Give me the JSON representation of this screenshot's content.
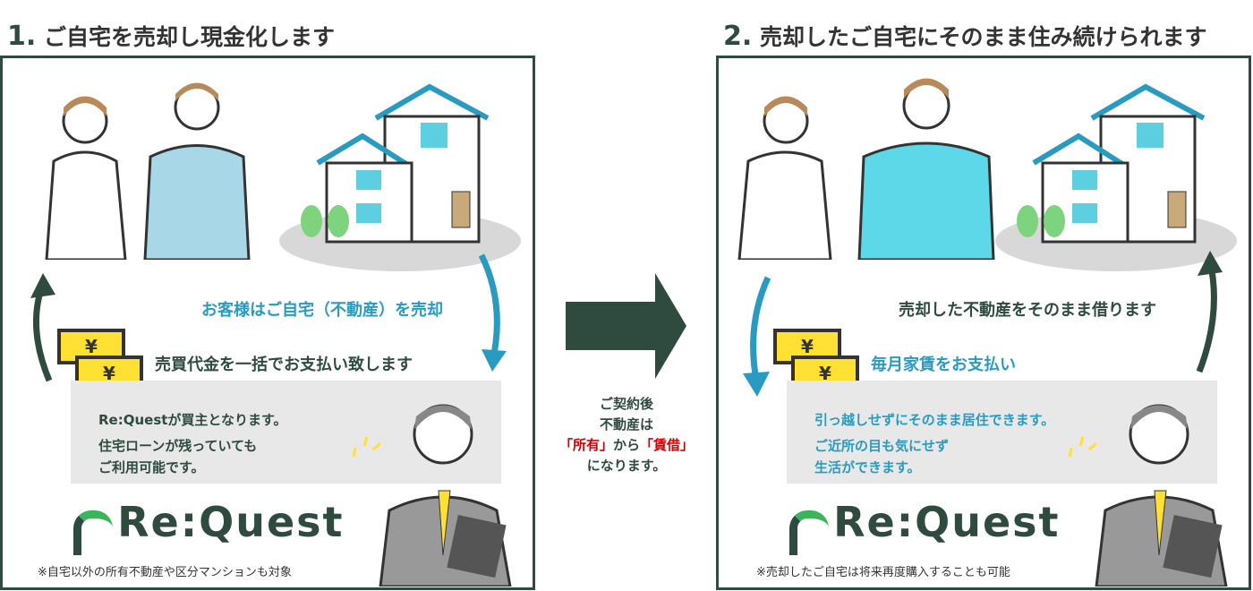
{
  "step1": {
    "number": "1.",
    "title": "ご自宅を売却し現金化します",
    "sell_label": "お客様はご自宅（不動産）を売却",
    "payment_label": "売買代金を一括でお支払い致します",
    "box_line1": "Re:Questが買主となります。",
    "box_line2": "住宅ローンが残っていても",
    "box_line3": "ご利用可能です。",
    "note": "※自宅以外の所有不動産や区分マンションも対象",
    "bill_symbol": "¥"
  },
  "step2": {
    "number": "2.",
    "title": "売却したご自宅にそのまま住み続けられます",
    "lease_label": "売却した不動産をそのまま借ります",
    "rent_label": "毎月家賃をお支払い",
    "box_line1": "引っ越しせずにそのまま居住できます。",
    "box_line2": "ご近所の目も気にせず",
    "box_line3": "生活ができます。",
    "note": "※売却したご自宅は将来再度購入することも可能",
    "bill_symbol": "¥"
  },
  "center": {
    "line1": "ご契約後",
    "line2": "不動産は",
    "own": "「所有」",
    "kara": "から",
    "lease": "「賃借」",
    "line4": "になります。"
  },
  "logo": {
    "text": "Re:Quest"
  },
  "colors": {
    "dark_green": "#2f4a3f",
    "blue": "#2a9bc0",
    "yellow": "#ffe033",
    "red": "#d40000",
    "gray": "#e8e8e8"
  }
}
